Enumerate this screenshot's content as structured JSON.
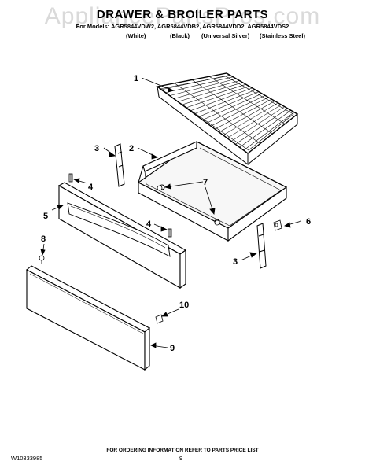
{
  "header": {
    "title": "DRAWER & BROILER PARTS",
    "models_line": "For Models: AGR5844VDW2, AGR5844VDB2, AGR5844VDD2, AGR5844VDS2",
    "variants": [
      "(White)",
      "(Black)",
      "(Universal Silver)",
      "(Stainless Steel)"
    ]
  },
  "watermark": "AppliancePartsPros.com",
  "callouts": [
    "1",
    "2",
    "3",
    "4",
    "5",
    "6",
    "7",
    "8",
    "9",
    "10"
  ],
  "footer": {
    "note": "FOR ORDERING INFORMATION REFER TO PARTS PRICE LIST",
    "doc_id": "W10333985",
    "page": "9"
  }
}
